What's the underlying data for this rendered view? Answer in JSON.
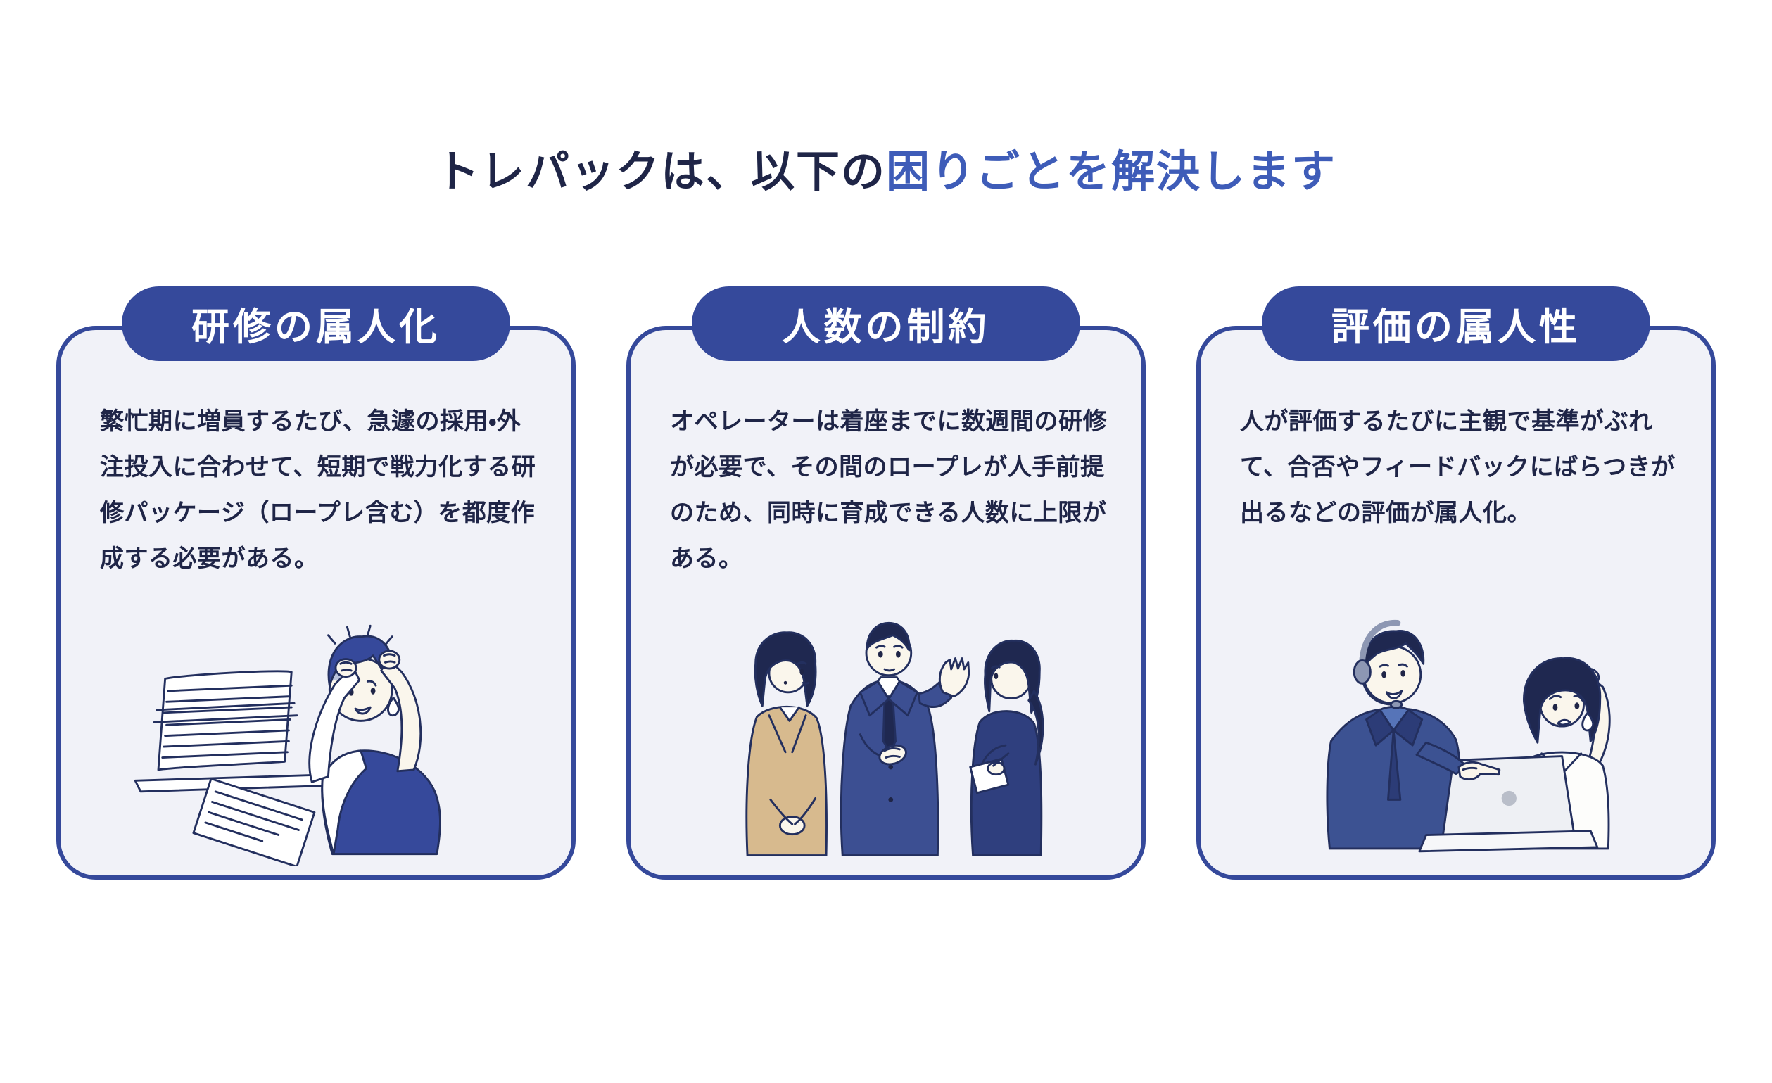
{
  "theme": {
    "dark": "#1f2547",
    "accent": "#3e5cb8",
    "pill": "#35499b",
    "border": "#35499b",
    "card_bg": "#f1f2f8",
    "page_bg": "#ffffff"
  },
  "title": {
    "prefix": "トレパックは、以下の",
    "highlight": "困りごとを解決します"
  },
  "cards": [
    {
      "header": "研修の属人化",
      "body": "繁忙期に増員するたび、急遽の採用・外注投入に合わせて、短期で戦力化する研修パッケージ（ロープレ含む）を都度作成する必要がある。",
      "illustration": "stressed-worker-with-paper-stack-illustration"
    },
    {
      "header": "人数の制約",
      "body": "オペレーターは着座までに数週間の研修が必要で、その間のロープレが人手前提のため、同時に育成できる人数に上限がある。",
      "illustration": "three-business-people-talking-illustration"
    },
    {
      "header": "評価の属人性",
      "body": "人が評価するたびに主観で基準がぶれて、合否やフィードバックにばらつきが出るなどの評価が属人化。",
      "illustration": "headset-coach-and-worried-woman-at-laptop-illustration"
    }
  ]
}
